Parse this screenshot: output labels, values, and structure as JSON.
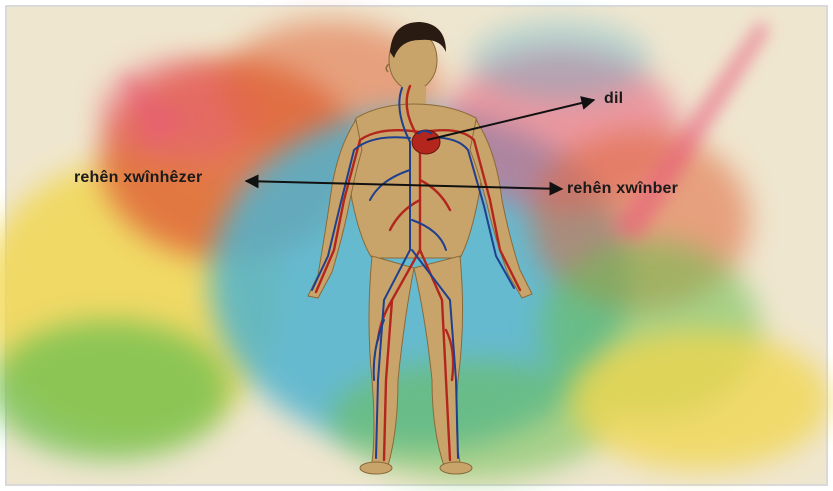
{
  "labels": {
    "heart": "dil",
    "vein": "rehên xwînhêzer",
    "artery": "rehên xwînber"
  },
  "colors": {
    "frame": "#d9d9d9",
    "paper": "#efe6cf",
    "arrow": "#111111",
    "skin": "#c9a46a",
    "artery_red": "#b3261e",
    "vein_blue": "#1f3f8f",
    "hair": "#2a1b12",
    "watercolor_orange": "#e0683a",
    "watercolor_blue": "#4fb3cf",
    "watercolor_yellow": "#f1d64b",
    "watercolor_green": "#6cbf4f",
    "watercolor_pink": "#e85a7a"
  }
}
